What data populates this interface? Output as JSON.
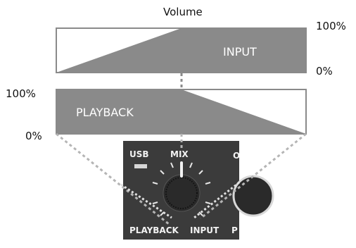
{
  "title": "Volume",
  "input_graph": {
    "label": "INPUT",
    "max_label": "100%",
    "min_label": "0%"
  },
  "playback_graph": {
    "label": "PLAYBACK",
    "max_label": "100%",
    "min_label": "0%"
  },
  "panel": {
    "usb_label": "USB",
    "mix_label": "MIX",
    "playback_label": "PLAYBACK",
    "input_label": "INPUT",
    "cut_label_top": "O",
    "cut_label_bottom": "P"
  },
  "colors": {
    "fill": "#8a8a8a",
    "panel": "#3b3b3b",
    "knob": "#2a2a2a",
    "led": "#d6d6d6"
  }
}
